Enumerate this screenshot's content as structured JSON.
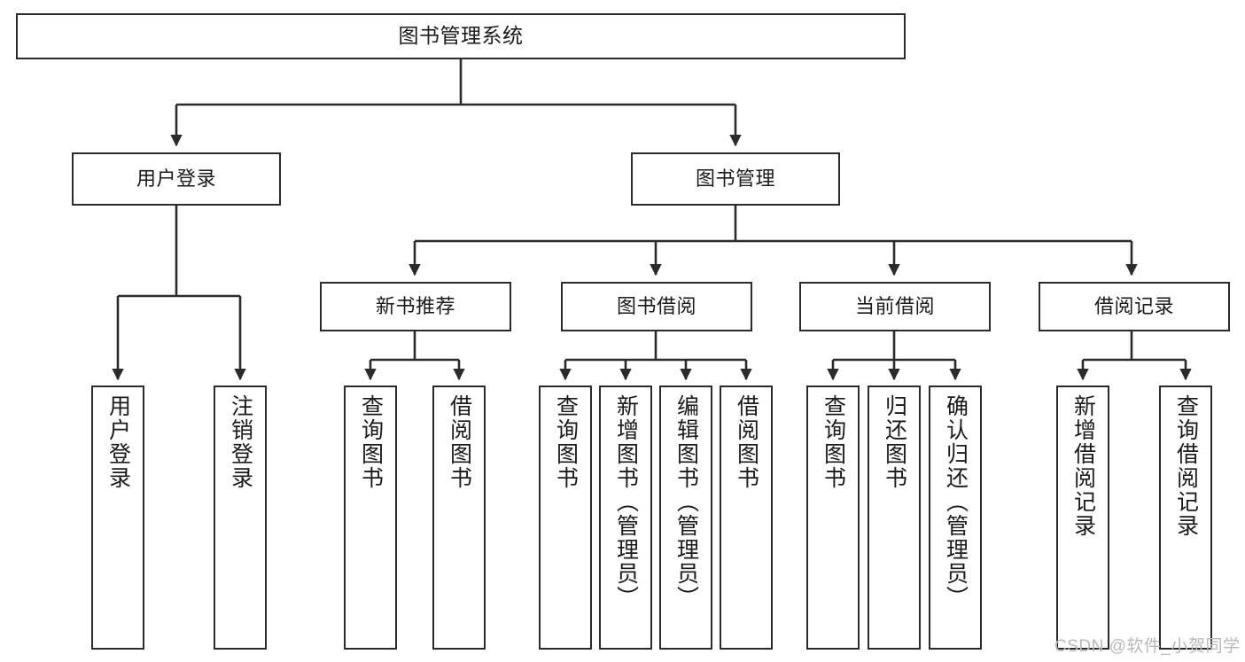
{
  "diagram": {
    "title": "图书管理系统",
    "type": "hierarchy-tree",
    "style": {
      "box_border": "#2b2b2b",
      "box_fill": "#ffffff",
      "text_color": "#1a1a1a",
      "edge_color": "#2b2b2b",
      "background": "#ffffff",
      "watermark_color": "#b9b9b9"
    },
    "root": {
      "label": "图书管理系统"
    },
    "level1": [
      {
        "label": "用户登录"
      },
      {
        "label": "图书管理"
      }
    ],
    "level2": [
      {
        "label": "新书推荐"
      },
      {
        "label": "图书借阅"
      },
      {
        "label": "当前借阅"
      },
      {
        "label": "借阅记录"
      }
    ],
    "leaves": {
      "user_login": [
        {
          "label": "用户登录"
        },
        {
          "label": "注销登录"
        }
      ],
      "new_book_recommend": [
        {
          "label": "查询图书"
        },
        {
          "label": "借阅图书"
        }
      ],
      "book_borrow": [
        {
          "label": "查询图书"
        },
        {
          "label": "新增图书（管理员）"
        },
        {
          "label": "编辑图书（管理员）"
        },
        {
          "label": "借阅图书"
        }
      ],
      "current_borrow": [
        {
          "label": "查询图书"
        },
        {
          "label": "归还图书"
        },
        {
          "label": "确认归还（管理员）"
        }
      ],
      "borrow_record": [
        {
          "label": "新增借阅记录"
        },
        {
          "label": "查询借阅记录"
        }
      ]
    }
  },
  "watermark": {
    "text": "CSDN @软件_小贺同学"
  }
}
